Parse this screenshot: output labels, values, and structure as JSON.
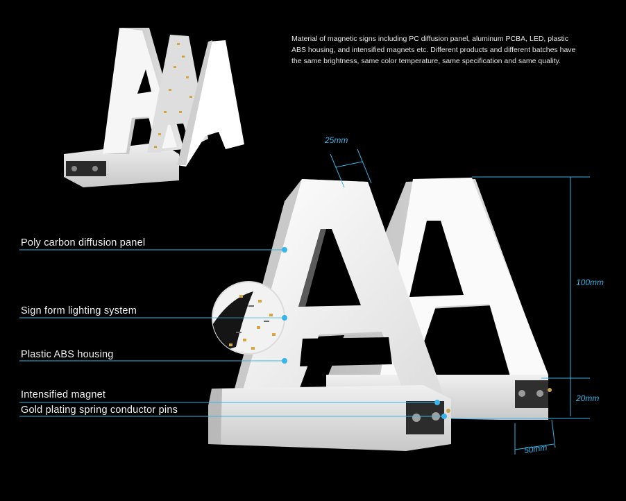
{
  "description": "Material of magnetic signs including PC diffusion panel, aluminum PCBA, LED, plastic ABS housing, and intensified magnets etc. Different products and different batches have the same brightness, same color temperature, same specification and same quality.",
  "callouts": {
    "diffusion_panel": "Poly carbon diffusion panel",
    "lighting_system": "Sign form lighting system",
    "abs_housing": "Plastic ABS housing",
    "magnet": "Intensified magnet",
    "conductor_pins": "Gold plating spring conductor pins"
  },
  "dimensions": {
    "stroke_width": "25mm",
    "height": "100mm",
    "base_height": "20mm",
    "base_depth": "50mm"
  },
  "colors": {
    "background": "#000000",
    "accent": "#3ab4e6",
    "letter": "#ffffff"
  }
}
